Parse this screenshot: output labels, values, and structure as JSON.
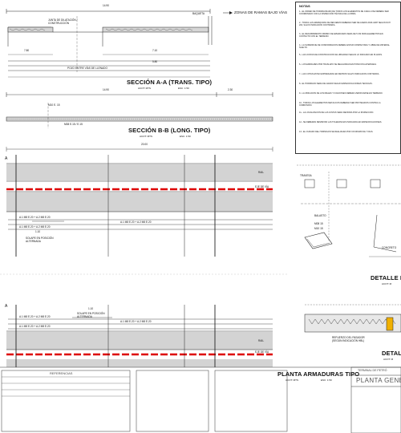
{
  "top_section": {
    "zones_label": "ZONAS DE RAMAS BAJO VÍAS",
    "junta_label": "JUNTA DE DILATACIÓN / CONSTRUCCIÓN",
    "baqueta_label": "BAQUETA",
    "pozo_label": "POZO ENTRE VÍAS DE LLENADO",
    "dims": [
      "14.90",
      "7.10",
      "7.80",
      "5.80",
      "2.30",
      "1.10"
    ]
  },
  "section_aa": {
    "title": "SECCIÓN A-A (TRANS. TIPO)",
    "sub1": "ACOT: MTS",
    "sub2": "ESC: 1:50"
  },
  "section_bb": {
    "title": "SECCIÓN B-B (LONG. TIPO)",
    "sub1": "ACOT: MTS",
    "sub2": "ESC: 1:50",
    "dims": [
      "14.90",
      "2.30",
      "3.00"
    ],
    "bar_label": "M10 E. 15",
    "bar_label2": "M08 E.15 / E.15"
  },
  "plan_top": {
    "dim": "20.00",
    "marker": "A",
    "rail_label": "RAIL",
    "eje_label": "EJE DE VÍA",
    "bar_rows": [
      "A.1 M8 E.20 + A.2 M8 E.20",
      "A.1 M8 E.20 + A.2 M8 E.20",
      "A.1 M8 E.20 + A.2 M8 E.20"
    ],
    "solape_label": "SOLAPE EN POSICIÓN ALTERNADA",
    "solape_dim": "1.10"
  },
  "plan_bottom": {
    "marker": "A",
    "bar_rows": [
      "A.1 M8 E.20 + A.2 M8 E.20",
      "A.1 M8 E.20 + A.2 M8 E.20",
      "A.1 M8 E.20 + A.2 M8 E.20"
    ],
    "solape_label": "SOLAPE EN POSICIÓN ALTERNADA",
    "solape_dim": "1.10",
    "rail_label": "RAIL",
    "eje_label": "EJE DE VÍA"
  },
  "planta": {
    "title": "PLANTA ARMADURAS TIPO",
    "sub1": "ACOT: MTS",
    "sub2": "ESC: 1:50"
  },
  "notes": {
    "header": "NOTAS",
    "items": [
      "1.- EL ORDEN DE HORMIGONADO DE TODOS LOS ELEMENTOS DE CADA LOSA DEBERÁ SER COORDINADO CON LA INSPECCIÓN TÉCNICA DE LA OBRA.",
      "2.- TODAS LAS ARMADURAS DE REFUERZO DEBERÁN SER DE ACERO A630-420H SEGÚN NCH 204, SALVO INDICACIÓN CONTRARIA.",
      "3.- EL RECUBRIMIENTO MÍNIMO DE ARMADURAS SERÁ DE 5 CM PARA ELEMENTOS EN CONTACTO CON EL TERRENO.",
      "4.- LA SUPERFICIE DE CONFORMACIÓN DEBERÁ ESTAR COMPACTADA Y LIBRE DE MATERIAL SUELTO.",
      "5.- LAS JUNTAS DE CONSTRUCCIÓN SE UBICARÁN SEGÚN LO INDICADO EN PLANOS.",
      "6.- LOS EMPALMES POR TRASLAPO SE REALIZARÁN EN POSICIÓN ALTERNADA.",
      "7.- LAS COTAS ESTÁN EXPRESADAS EN METROS SALVO INDICACIÓN CONTRARIA.",
      "8.- EL HORMIGÓN SERÁ DE GRADO SEGÚN ESPECIFICACIONES TÉCNICAS.",
      "9.- LA UBICACIÓN DE LOS RIELES Y FIJACIONES DEBERÁ VERIFICARSE EN TERRENO.",
      "10.- TODOS LOS ELEMENTOS METÁLICOS DEBERÁN SER PROTEGIDOS CONTRA LA CORROSIÓN.",
      "11.- LA LOCALIZACIÓN DE LAS JUNTAS SERÁ DEFINIDA POR LA INSPECCIÓN.",
      "12.- SE DEBERÁN RESPETAR LAS TOLERANCIAS INDICADAS EN ESPECIFICACIONES.",
      "13.- EL CURADO DEL HORMIGÓN SE REALIZARÁ POR UN MÍNIMO DE 7 DÍAS."
    ]
  },
  "detail_right": {
    "travesa": "TRAVESA",
    "balasto": "BALASTO",
    "m08": "M08 15",
    "m10": "M10 15",
    "concreto": "CONCRETO",
    "title1": "DETALLE D",
    "sub1": "ACOT: M",
    "title2": "DETALLE",
    "sub2": "ACOT: M",
    "refuerzo": "REFUERZO DEL PASADOR (SEGÚN INDICACIÓN HBL)"
  },
  "title_block": {
    "referencias": "REFERENCIAS",
    "terminal": "TERMINAL DE PETRÓ",
    "planta_general": "PLANTA GENE"
  }
}
